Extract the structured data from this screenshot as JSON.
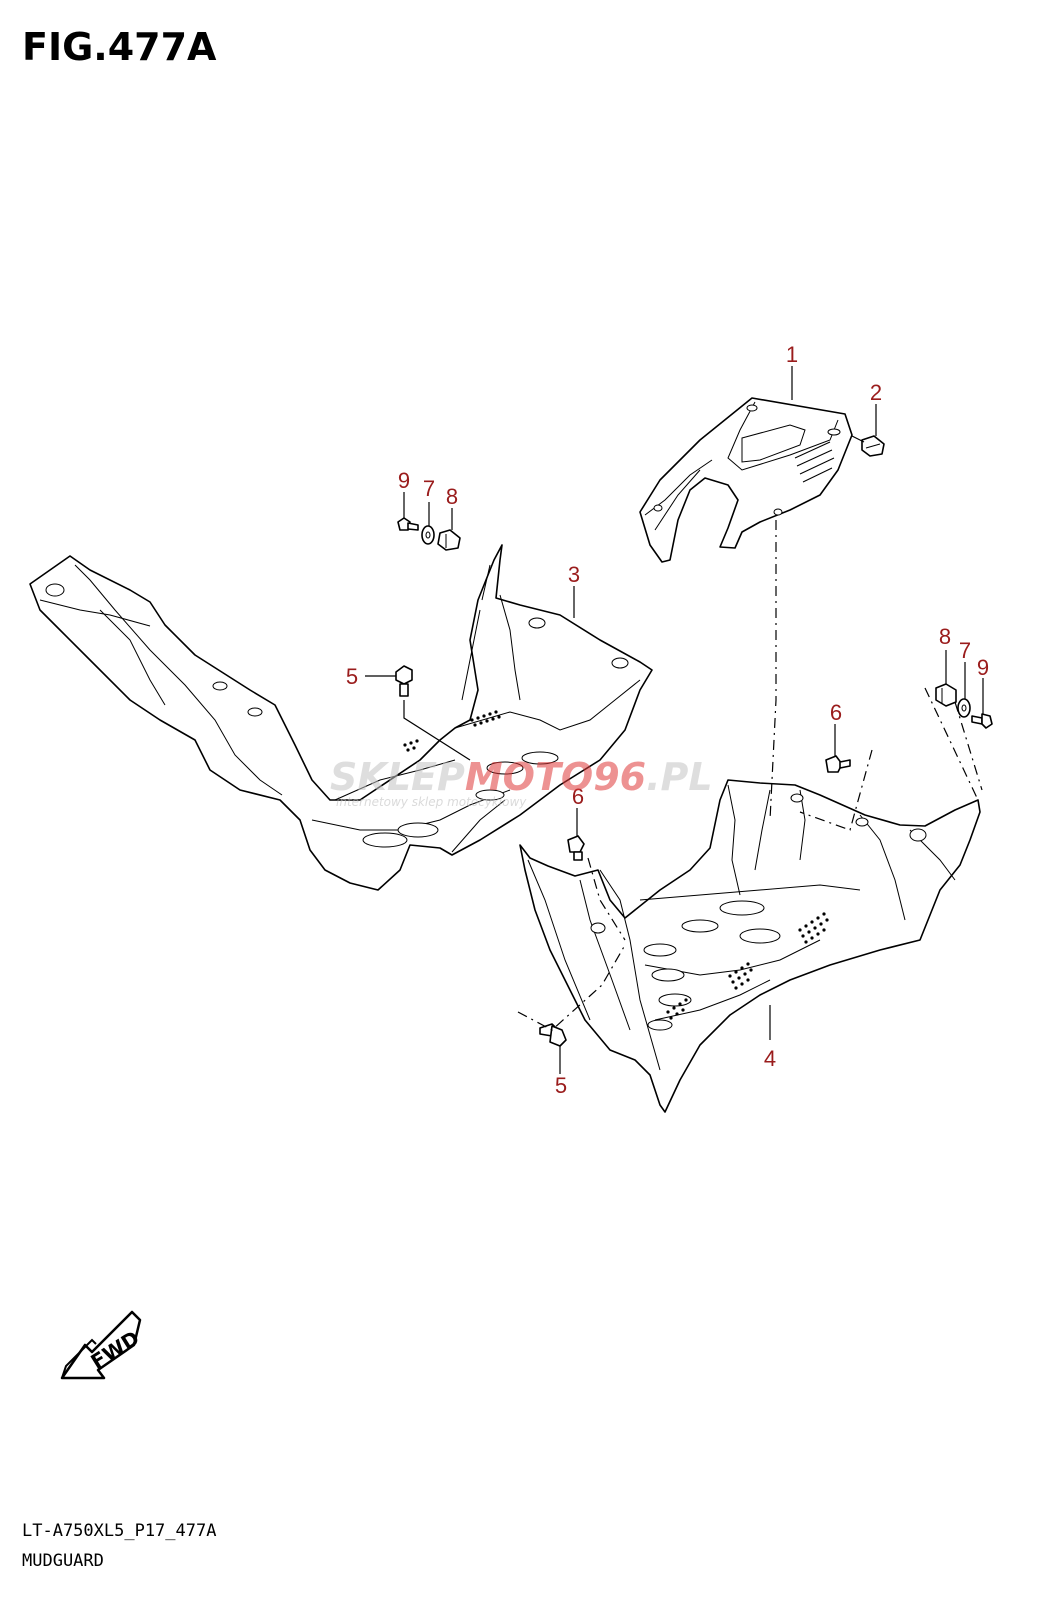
{
  "figure": {
    "title": "FIG.477A",
    "model_code": "LT-A750XL5_P17_477A",
    "section_name": "MUDGUARD"
  },
  "callouts": [
    "1",
    "2",
    "3",
    "4",
    "5",
    "5",
    "6",
    "6",
    "7",
    "7",
    "8",
    "8",
    "9",
    "9"
  ],
  "direction_badge": "FWD",
  "watermark": {
    "text_a": "SKLEP",
    "text_b": "MOTO",
    "text_c": "96",
    "text_d": ".PL",
    "tagline": "internetowy sklep motocyklowy"
  },
  "colors": {
    "callout": "#9a1c1c",
    "line": "#000000",
    "watermark_red": "#e03a3a",
    "watermark_grey": "#c4c4c4"
  }
}
